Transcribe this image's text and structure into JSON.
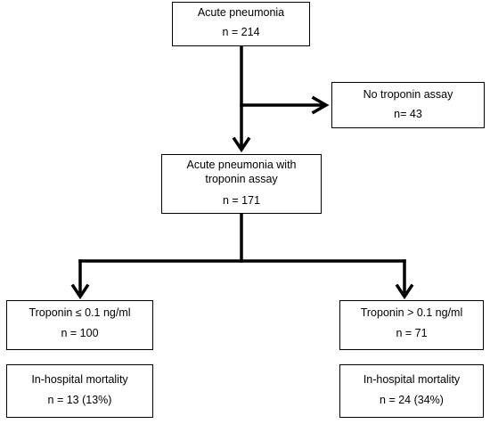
{
  "flowchart": {
    "acute": {
      "title": "Acute pneumonia",
      "count": "n = 214"
    },
    "no_troponin": {
      "title": "No troponin assay",
      "count": "n= 43"
    },
    "with_troponin": {
      "title": "Acute pneumonia with troponin assay",
      "count": "n = 171"
    },
    "troponin_low": {
      "title": "Troponin ≤ 0.1 ng/ml",
      "count": "n = 100"
    },
    "troponin_high": {
      "title": "Troponin > 0.1 ng/ml",
      "count": "n = 71"
    },
    "mortality_low": {
      "title": "In-hospital mortality",
      "count": "n = 13 (13%)"
    },
    "mortality_high": {
      "title": "In-hospital mortality",
      "count": "n = 24 (34%)"
    }
  }
}
